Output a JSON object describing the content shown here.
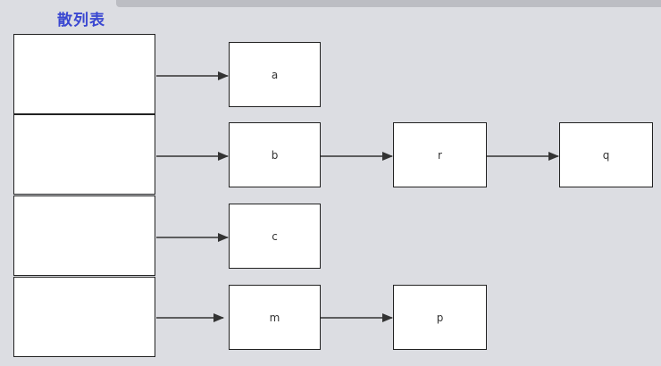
{
  "diagram": {
    "title": "散列表",
    "buckets": [
      {
        "id": "bucket-1",
        "chain": [
          "a"
        ]
      },
      {
        "id": "bucket-2",
        "chain": [
          "b",
          "r",
          "q"
        ]
      },
      {
        "id": "bucket-3",
        "chain": [
          "c"
        ]
      },
      {
        "id": "bucket-4",
        "chain": [
          "m",
          "p"
        ]
      }
    ],
    "nodes": {
      "a": "a",
      "b": "b",
      "r": "r",
      "q": "q",
      "c": "c",
      "m": "m",
      "p": "p"
    },
    "edges": [
      {
        "from": "bucket-1",
        "to": "a"
      },
      {
        "from": "bucket-2",
        "to": "b"
      },
      {
        "from": "b",
        "to": "r"
      },
      {
        "from": "r",
        "to": "q"
      },
      {
        "from": "bucket-3",
        "to": "c"
      },
      {
        "from": "bucket-4",
        "to": "m"
      },
      {
        "from": "m",
        "to": "p"
      }
    ],
    "colors": {
      "title": "#3a47d1",
      "stroke": "#333333",
      "background": "#dcdde2"
    }
  }
}
